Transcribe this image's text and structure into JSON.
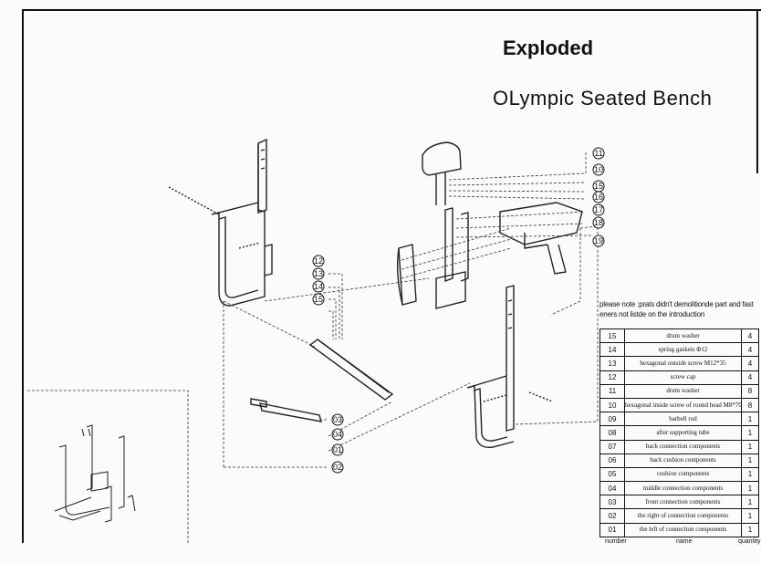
{
  "header": {
    "title": "Exploded",
    "subtitle": "OLympic Seated Bench"
  },
  "note": "please note :prats didn't demolitionde part and fast eners not listde on the introduction",
  "callouts": [
    "11",
    "10",
    "15",
    "16",
    "17",
    "18",
    "19",
    "12",
    "13",
    "14",
    "15",
    "03",
    "04",
    "01",
    "02"
  ],
  "parts_table": [
    {
      "num": "15",
      "name": "drum washer",
      "qty": "4"
    },
    {
      "num": "14",
      "name": "spring gaskets Φ12",
      "qty": "4"
    },
    {
      "num": "13",
      "name": "hexagonal outside screw M12*35",
      "qty": "4"
    },
    {
      "num": "12",
      "name": "screw cap",
      "qty": "4"
    },
    {
      "num": "11",
      "name": "drum washer",
      "qty": "8"
    },
    {
      "num": "10",
      "name": "hexagonal inside screw of round head M8*70",
      "qty": "8"
    },
    {
      "num": "09",
      "name": "barbell rod",
      "qty": "1"
    },
    {
      "num": "08",
      "name": "after supporting tube",
      "qty": "1"
    },
    {
      "num": "07",
      "name": "back connection components",
      "qty": "1"
    },
    {
      "num": "06",
      "name": "back cushion components",
      "qty": "1"
    },
    {
      "num": "05",
      "name": "cushion components",
      "qty": "1"
    },
    {
      "num": "04",
      "name": "middle connection components",
      "qty": "1"
    },
    {
      "num": "03",
      "name": "front connection components",
      "qty": "1"
    },
    {
      "num": "02",
      "name": "the right of connection components",
      "qty": "1"
    },
    {
      "num": "01",
      "name": "the left of connection components",
      "qty": "1"
    }
  ],
  "table_header": {
    "num": "number",
    "name": "name",
    "qty": "quantity"
  }
}
